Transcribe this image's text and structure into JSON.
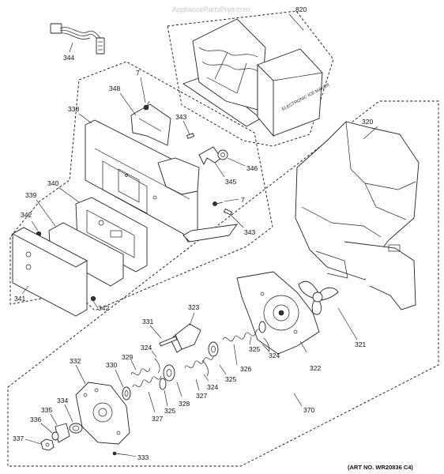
{
  "watermark": "AppliancePartsPros.com",
  "art_number": "(ART NO. WR20836 C4)",
  "module_label": "ELECTRONIC ICE MAKER",
  "callouts": {
    "c344": "344",
    "c820": "820",
    "c348": "348",
    "c7a": "7",
    "c338": "338",
    "c343a": "343",
    "c346": "346",
    "c345": "345",
    "c7b": "7",
    "c343b": "343",
    "c339": "339",
    "c340": "340",
    "c342a": "342",
    "c342b": "342",
    "c341": "341",
    "c320": "320",
    "c321": "321",
    "c322": "322",
    "c323": "323",
    "c331": "331",
    "c324a": "324",
    "c324b": "324",
    "c324c": "324",
    "c325a": "325",
    "c325b": "325",
    "c325c": "325",
    "c326": "326",
    "c327a": "327",
    "c327b": "327",
    "c328": "328",
    "c329": "329",
    "c330": "330",
    "c332": "332",
    "c333": "333",
    "c334": "334",
    "c335": "335",
    "c336": "336",
    "c337": "337",
    "c370": "370"
  }
}
